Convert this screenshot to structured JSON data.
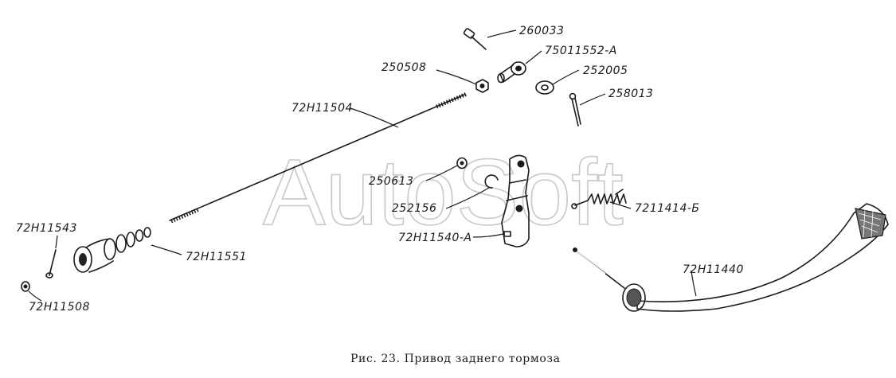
{
  "watermark": "AutoSoft",
  "caption": "Рис. 23. Привод заднего тормоза",
  "labels": {
    "p260033": "260033",
    "p75011552a": "75011552-А",
    "p250508": "250508",
    "p252005": "252005",
    "p258013": "258013",
    "p72h11504": "72Н11504",
    "p250613": "250613",
    "p252156": "252156",
    "p7211414b": "7211414-Б",
    "p72h11540a": "72Н11540-А",
    "p72h11543": "72Н11543",
    "p72h11551": "72Н11551",
    "p72h11508": "72Н11508",
    "p72h11440": "72Н11440"
  }
}
